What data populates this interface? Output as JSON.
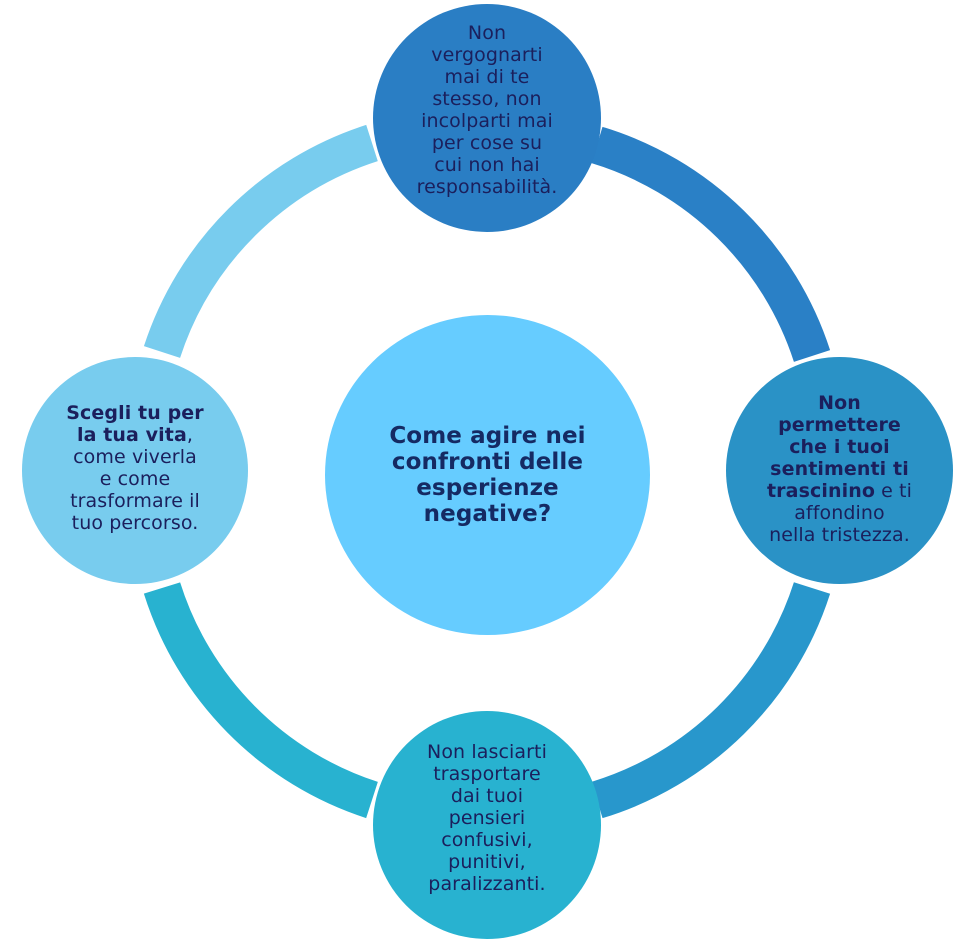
{
  "center": {
    "lines": [
      "Come agire nei",
      "confronti delle",
      "esperienze",
      "negative?"
    ]
  },
  "nodes": {
    "top": {
      "lines": [
        "Non",
        "vergognarti",
        "mai di te",
        "stesso, non",
        "incolparti mai",
        "per cose su",
        "cui non hai",
        "responsabilità."
      ]
    },
    "right": {
      "bold_lines": [
        "Non",
        "permettere",
        "che i tuoi",
        "sentimenti ti"
      ],
      "bold_inline": "trascinino",
      "inline_rest": " e ti",
      "lines": [
        "affondino",
        "nella tristezza."
      ]
    },
    "bottom": {
      "lines": [
        "Non lasciarti",
        "trasportare",
        "dai tuoi",
        "pensieri",
        "confusivi,",
        "punitivi,",
        "paralizzanti."
      ]
    },
    "left": {
      "bold_line": "Scegli tu per",
      "bold_inline": "la tua vita",
      "inline_rest": ",",
      "lines": [
        "come viverla",
        "e come",
        "trasformare il",
        "tuo percorso."
      ]
    }
  },
  "colors": {
    "center": "#66ccff",
    "top": "#2a7ec4",
    "right": "#2a92c6",
    "bottom": "#28b2d0",
    "left": "#78ccee",
    "arc_top_right": "#2a80c6",
    "arc_right_bottom": "#2897cc",
    "arc_bottom_left": "#28b2d0",
    "arc_left_top": "#78ccee"
  }
}
